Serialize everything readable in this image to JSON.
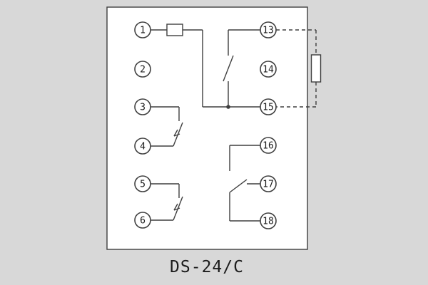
{
  "page": {
    "caption": "DS-24/C"
  },
  "terminals": {
    "left": [
      "1",
      "2",
      "3",
      "4",
      "5",
      "6"
    ],
    "right": [
      "13",
      "14",
      "15",
      "16",
      "17",
      "18"
    ]
  },
  "components": {
    "coil": "coil-symbol",
    "external_resistor": "external-resistor-symbol"
  },
  "colors": {
    "background": "#d8d8d8",
    "surface": "#ffffff",
    "line": "#3f3f3f",
    "text": "#1c1c1c"
  }
}
